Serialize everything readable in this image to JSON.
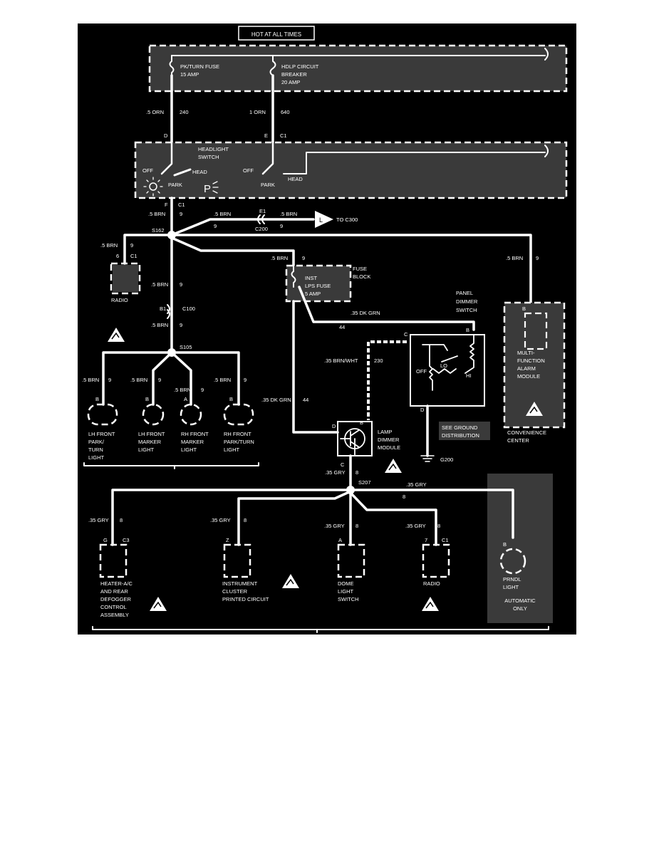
{
  "header": {
    "hot_label": "HOT AT ALL TIMES"
  },
  "fuse_panel": {
    "pk_turn_fuse": [
      "PK/TURN FUSE",
      "15 AMP"
    ],
    "hdlp_breaker": [
      "HDLP CIRCUIT",
      "BREAKER",
      "20 AMP"
    ]
  },
  "feed_wires": {
    "left_gauge": ".5 ORN",
    "left_circuit": "240",
    "right_gauge": "1 ORN",
    "right_circuit": "640",
    "left_pin": "D",
    "right_pin": "E",
    "right_conn": "C1"
  },
  "headlight_switch": {
    "title": [
      "HEADLIGHT",
      "SWITCH"
    ],
    "off1": "OFF",
    "head1": "HEAD",
    "park1": "PARK",
    "off2": "OFF",
    "park2": "PARK",
    "head2": "HEAD",
    "out_pin": "F",
    "out_conn": "C1",
    "park_symbol": "P"
  },
  "upper_branch": {
    "brn1": ".5 BRN",
    "c9a": "9",
    "brn2": ".5 BRN",
    "c9b": "9",
    "e1": "E1",
    "c200": "C200",
    "brn3": ".5 BRN",
    "c9c": "9",
    "to_c300": "TO C300",
    "l_label": "L"
  },
  "s162": {
    "splice": "S162",
    "radio_gauge": ".5 BRN",
    "radio_circ": "9",
    "radio_pin": "6",
    "radio_conn": "C1",
    "radio_label": "RADIO",
    "down_gauge": ".5 BRN",
    "down_circ": "9",
    "b1": "B1",
    "c100": "C100",
    "down2_gauge": ".5 BRN",
    "down2_circ": "9",
    "fuse_wire_gauge": ".5 BRN",
    "fuse_wire_circ": "9",
    "conv_gauge": ".5 BRN",
    "conv_circ": "9"
  },
  "fuse_block": {
    "title": [
      "FUSE",
      "BLOCK"
    ],
    "inst": [
      "INST",
      "LPS FUSE",
      "5 AMP"
    ]
  },
  "panel_dimmer": {
    "title": [
      "PANEL",
      "DIMMER",
      "SWITCH"
    ],
    "wire_gauge": ".35 DK GRN",
    "wire_circ": "44",
    "pin_b": "B",
    "pin_c": "C",
    "pin_d": "D",
    "off": "OFF",
    "lo": "LO",
    "hi": "HI",
    "ground_note": [
      "SEE GROUND",
      "DISTRIBUTION"
    ],
    "ground": "G200"
  },
  "convenience": {
    "pin": "B",
    "module": [
      "MULTI-",
      "FUNCTION",
      "ALARM",
      "MODULE"
    ],
    "center": [
      "CONVENIENCE",
      "CENTER"
    ]
  },
  "s105": {
    "splice": "S105",
    "w1g": ".5 BRN",
    "w1c": "9",
    "w2g": ".5 BRN",
    "w2c": "9",
    "w3g": ".5 BRN",
    "w3c": "9",
    "w4g": ".5 BRN",
    "w4c": "9",
    "p1": "B",
    "p2": "B",
    "p3": "A",
    "p4": "B",
    "lamp1": [
      "LH FRONT",
      "PARK/",
      "TURN",
      "LIGHT"
    ],
    "lamp2": [
      "LH FRONT",
      "MARKER",
      "LIGHT"
    ],
    "lamp3": [
      "RH FRONT",
      "MARKER",
      "LIGHT"
    ],
    "lamp4": [
      "RH FRONT",
      "PARK/TURN",
      "LIGHT"
    ]
  },
  "lamp_dimmer": {
    "left_gauge": ".35 DK GRN",
    "left_circ": "44",
    "bw_gauge": ".35 BRN/WHT",
    "bw_circ": "230",
    "pin_d": "D",
    "pin_b": "B",
    "pin_c": "C",
    "title": [
      "LAMP",
      "DIMMER",
      "MODULE"
    ],
    "out_gauge": ".35 GRY",
    "out_circ": "8"
  },
  "s207": {
    "splice": "S207",
    "right_gauge": ".35 GRY",
    "right_circ": "8",
    "g1": ".35 GRY",
    "c1": "8",
    "pin1": "G",
    "conn1": "C3",
    "g2": ".35 GRY",
    "c2": "8",
    "pin2": "Z",
    "g3": ".35 GRY",
    "c3": "8",
    "pin3": "A",
    "g4": ".35 GRY",
    "c4": "8",
    "pin4": "7",
    "conn4": "C1",
    "pin5": "B",
    "load1": [
      "HEATER-A/C",
      "AND REAR",
      "DEFOGGER",
      "CONTROL",
      "ASSEMBLY"
    ],
    "load2": [
      "INSTRUMENT",
      "CLUSTER",
      "PRINTED CIRCUIT"
    ],
    "load3": [
      "DOME",
      "LIGHT",
      "SWITCH"
    ],
    "load4": [
      "RADIO"
    ],
    "load5": [
      "PRNDL",
      "LIGHT"
    ],
    "auto_only": [
      "AUTOMATIC",
      "ONLY"
    ]
  }
}
